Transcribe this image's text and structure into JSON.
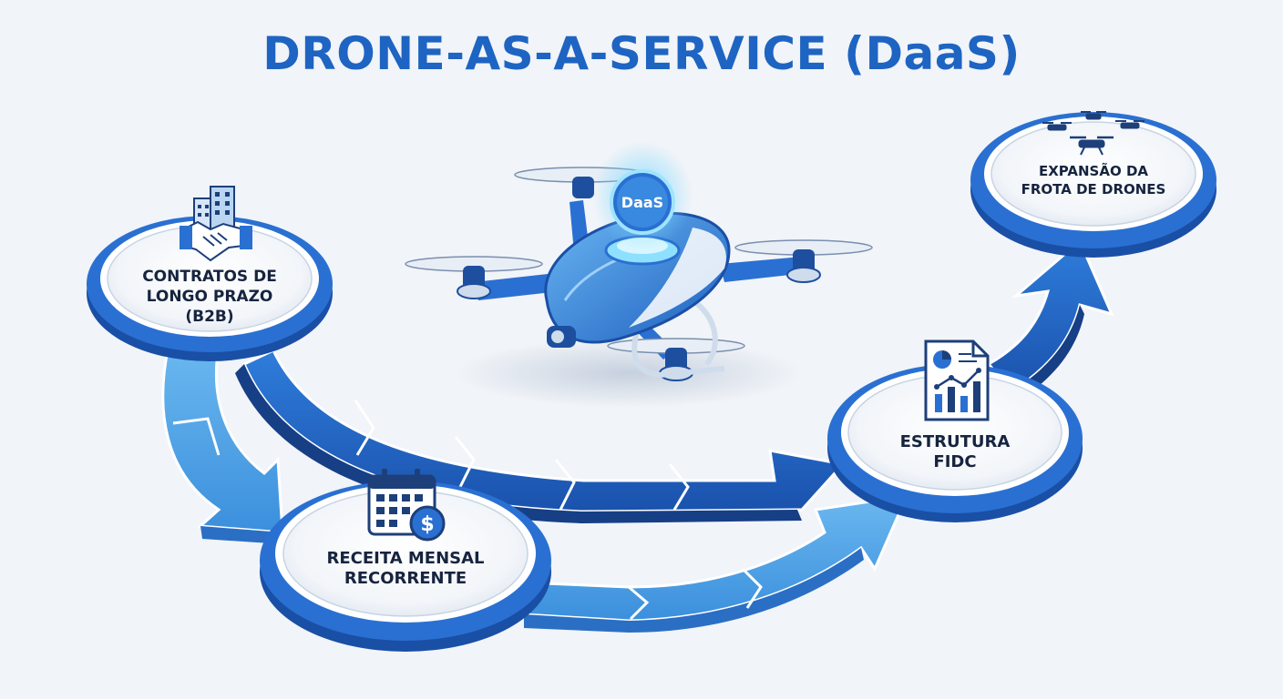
{
  "title": "DRONE-AS-A-SERVICE (DaaS)",
  "hub_label": "DaaS",
  "nodes": [
    {
      "lines": [
        "CONTRATOS DE",
        "LONGO PRAZO",
        "(B2B)"
      ],
      "icon": "building-handshake-icon"
    },
    {
      "lines": [
        "RECEITA MENSAL",
        "RECORRENTE"
      ],
      "icon": "calendar-dollar-icon"
    },
    {
      "lines": [
        "ESTRUTURA",
        "FIDC"
      ],
      "icon": "report-chart-icon"
    },
    {
      "lines": [
        "EXPANSÃO DA",
        "FROTA DE DRONES"
      ],
      "icon": "drone-fleet-icon"
    }
  ],
  "colors": {
    "title": "#1e64c2",
    "accent_dark": "#1c5ab8",
    "accent_light": "#4aa2e8",
    "text": "#16243f",
    "background": "#f1f4f8"
  }
}
